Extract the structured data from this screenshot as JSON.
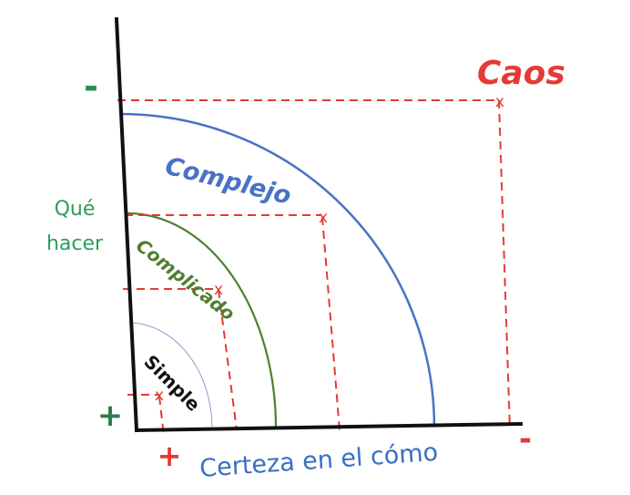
{
  "diagram": {
    "domains": {
      "simple": "Simple",
      "complicado": "Complicado",
      "complejo": "Complejo",
      "caos": "Caos"
    },
    "x_axis_label": "Certeza en el cómo",
    "y_axis_label_line1": "Qué",
    "y_axis_label_line2": "hacer",
    "signs": {
      "y_top": "-",
      "y_bottom": "+",
      "x_left": "+",
      "x_right": "-"
    },
    "marker": "x",
    "colors": {
      "axis": "#111111",
      "guides": "#e53935",
      "caos": "#e53935",
      "complejo": "#4a72c4",
      "complicado": "#4f7f2e",
      "simple": "#111111",
      "qué_hacer": "#2e9e5b",
      "certeza": "#3a6fc2",
      "minus_sign": "#2e8b57",
      "plus_sign_green": "#2e7d4f",
      "plus_sign_red": "#e53935"
    }
  }
}
